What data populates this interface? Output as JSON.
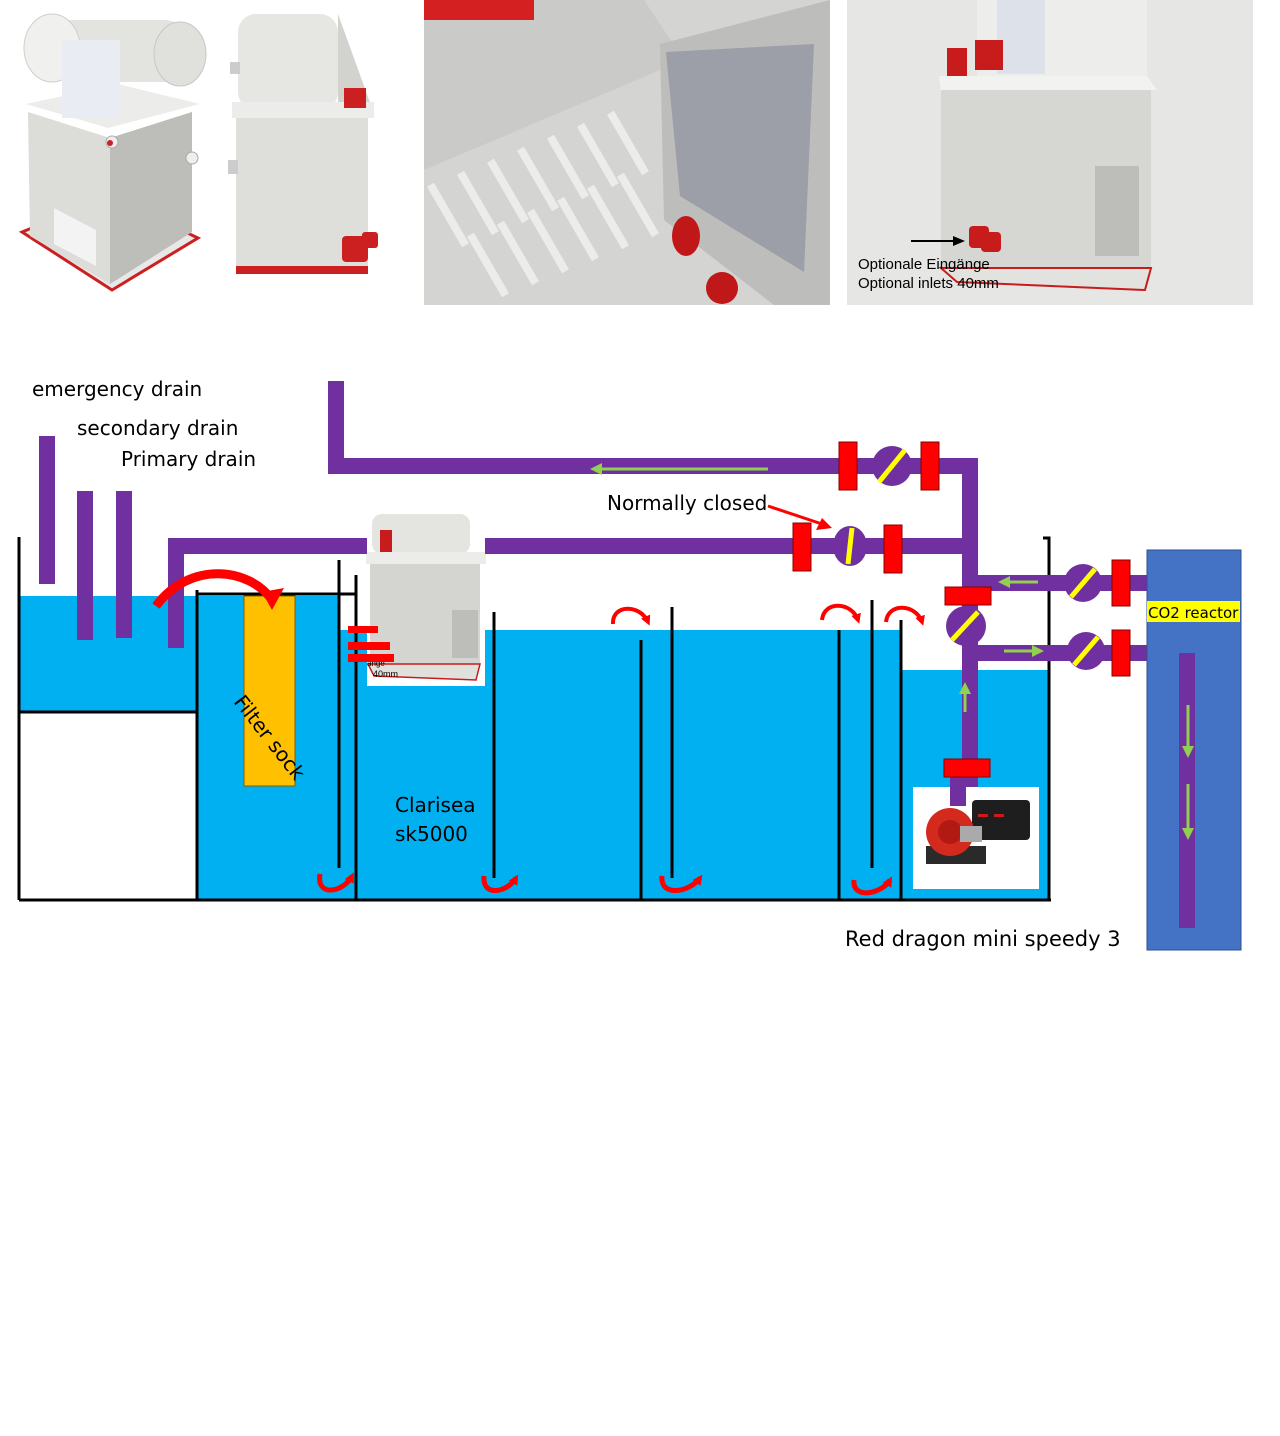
{
  "photos": {
    "photo4": {
      "inlet_caption_line1": "Optionale Eingänge",
      "inlet_caption_line2": "Optional inlets  40mm"
    },
    "inset": {
      "caption_partial": "ange",
      "caption_size": "40mm"
    }
  },
  "labels": {
    "emergency_drain": "emergency drain",
    "secondary_drain": "secondary drain",
    "primary_drain": "Primary drain",
    "normally_closed": "Normally closed",
    "filter_sock": "Filter sock",
    "clarisea_line1": "Clarisea",
    "clarisea_line2": "sk5000",
    "pump": "Red dragon mini speedy 3",
    "co2_reactor": "CO2 reactor"
  },
  "colors": {
    "water": "#00B0F0",
    "pipe": "#7030A0",
    "valve_body": "#7030A0",
    "valve_handle": "#FFFF00",
    "union": "#FF0000",
    "flow_arrow_red": "#FF0000",
    "flow_arrow_green": "#92D050",
    "filter_sock": "#FFC000",
    "co2_reactor": "#4472C4",
    "co2_label_bg": "#FFFF00",
    "wall": "#000000"
  },
  "icons": [
    "red-curved-arrow-icon",
    "green-arrow-icon",
    "valve-icon",
    "union-icon",
    "black-arrow-icon"
  ]
}
